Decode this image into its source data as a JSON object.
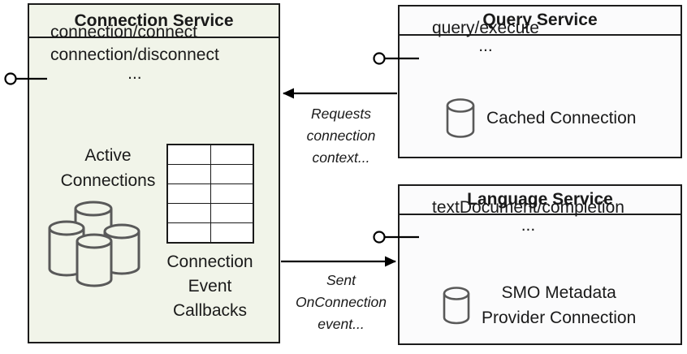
{
  "colors": {
    "box_border": "#1c1c1c",
    "connection_service_fill": "#f1f4e9",
    "service_fill": "#fbfbfc",
    "icon_gray": "#595959",
    "text": "#1a1a1a",
    "background": "#ffffff"
  },
  "connection_service": {
    "title": "Connection Service",
    "methods": [
      "connection/connect",
      "connection/disconnect"
    ],
    "ellipsis": "...",
    "active_connections_label": [
      "Active",
      "Connections"
    ],
    "active_connections_icon": "database-cluster-icon",
    "callbacks_table": {
      "rows": 5,
      "cols": 2
    },
    "callbacks_label": [
      "Connection",
      "Event",
      "Callbacks"
    ]
  },
  "query_service": {
    "title": "Query Service",
    "methods": [
      "query/execute"
    ],
    "ellipsis": "...",
    "cached_connection_icon": "database-icon",
    "cached_connection_label": "Cached Connection"
  },
  "language_service": {
    "title": "Language Service",
    "methods": [
      "textDocument/completion"
    ],
    "ellipsis": "...",
    "smo_icon": "database-icon",
    "smo_label": [
      "SMO Metadata",
      "Provider Connection"
    ]
  },
  "edges": [
    {
      "from": "Query Service",
      "to": "Connection Service",
      "label": [
        "Requests",
        "connection",
        "context..."
      ]
    },
    {
      "from": "Connection Service",
      "to": "Language Service",
      "label": [
        "Sent",
        "OnConnection",
        "event..."
      ]
    }
  ],
  "connectors": {
    "lollipop_left": "provided-interface",
    "lollipop_query": "provided-interface",
    "lollipop_language": "provided-interface"
  }
}
